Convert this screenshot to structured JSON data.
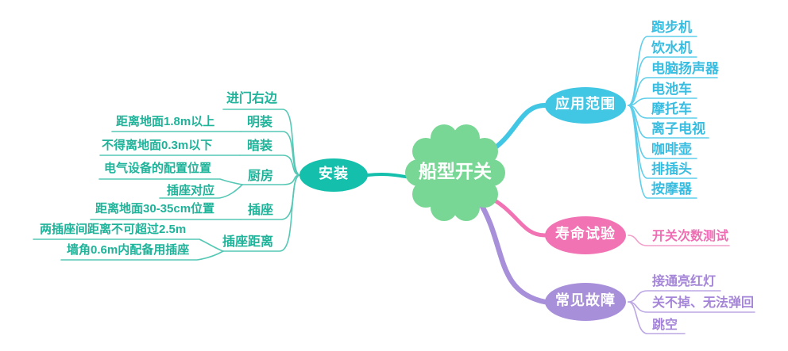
{
  "central": {
    "label": "船型开关"
  },
  "colors": {
    "center-fill": "#79D795",
    "teal-fill": "#14BFAC",
    "teal-text": "#1FB39A",
    "teal-line": "#55C8B5",
    "cyan-fill": "#41C6E4",
    "cyan-text": "#38BDE1",
    "cyan-line": "#5FCEEA",
    "pink-fill": "#F173B3",
    "pink-text": "#EF6DB3",
    "pink-line": "#F29FCB",
    "purple-fill": "#A88FDA",
    "purple-text": "#A485D7",
    "purple-line": "#BCA7E4"
  },
  "branches": {
    "install": {
      "label": "安装",
      "items": [
        {
          "label": "进门右边",
          "subs": []
        },
        {
          "label": "明装",
          "subs": [
            "距离地面1.8m以上"
          ]
        },
        {
          "label": "暗装",
          "subs": [
            "不得离地面0.3m以下"
          ]
        },
        {
          "label": "厨房",
          "subs": [
            "电气设备的配置位置",
            "插座对应"
          ]
        },
        {
          "label": "插座",
          "subs": [
            "距离地面30-35cm位置"
          ]
        },
        {
          "label": "插座距离",
          "subs": [
            "两插座间距离不可超过2.5m",
            "墙角0.6m内配备用插座"
          ]
        }
      ]
    },
    "application": {
      "label": "应用范围",
      "items": [
        "跑步机",
        "饮水机",
        "电脑扬声器",
        "电池车",
        "摩托车",
        "离子电视",
        "咖啡壶",
        "排插头",
        "按摩器"
      ]
    },
    "life_test": {
      "label": "寿命试验",
      "items": [
        "开关次数测试"
      ]
    },
    "faults": {
      "label": "常见故障",
      "items": [
        "接通亮红灯",
        "关不掉、无法弹回",
        "跳空"
      ]
    }
  }
}
